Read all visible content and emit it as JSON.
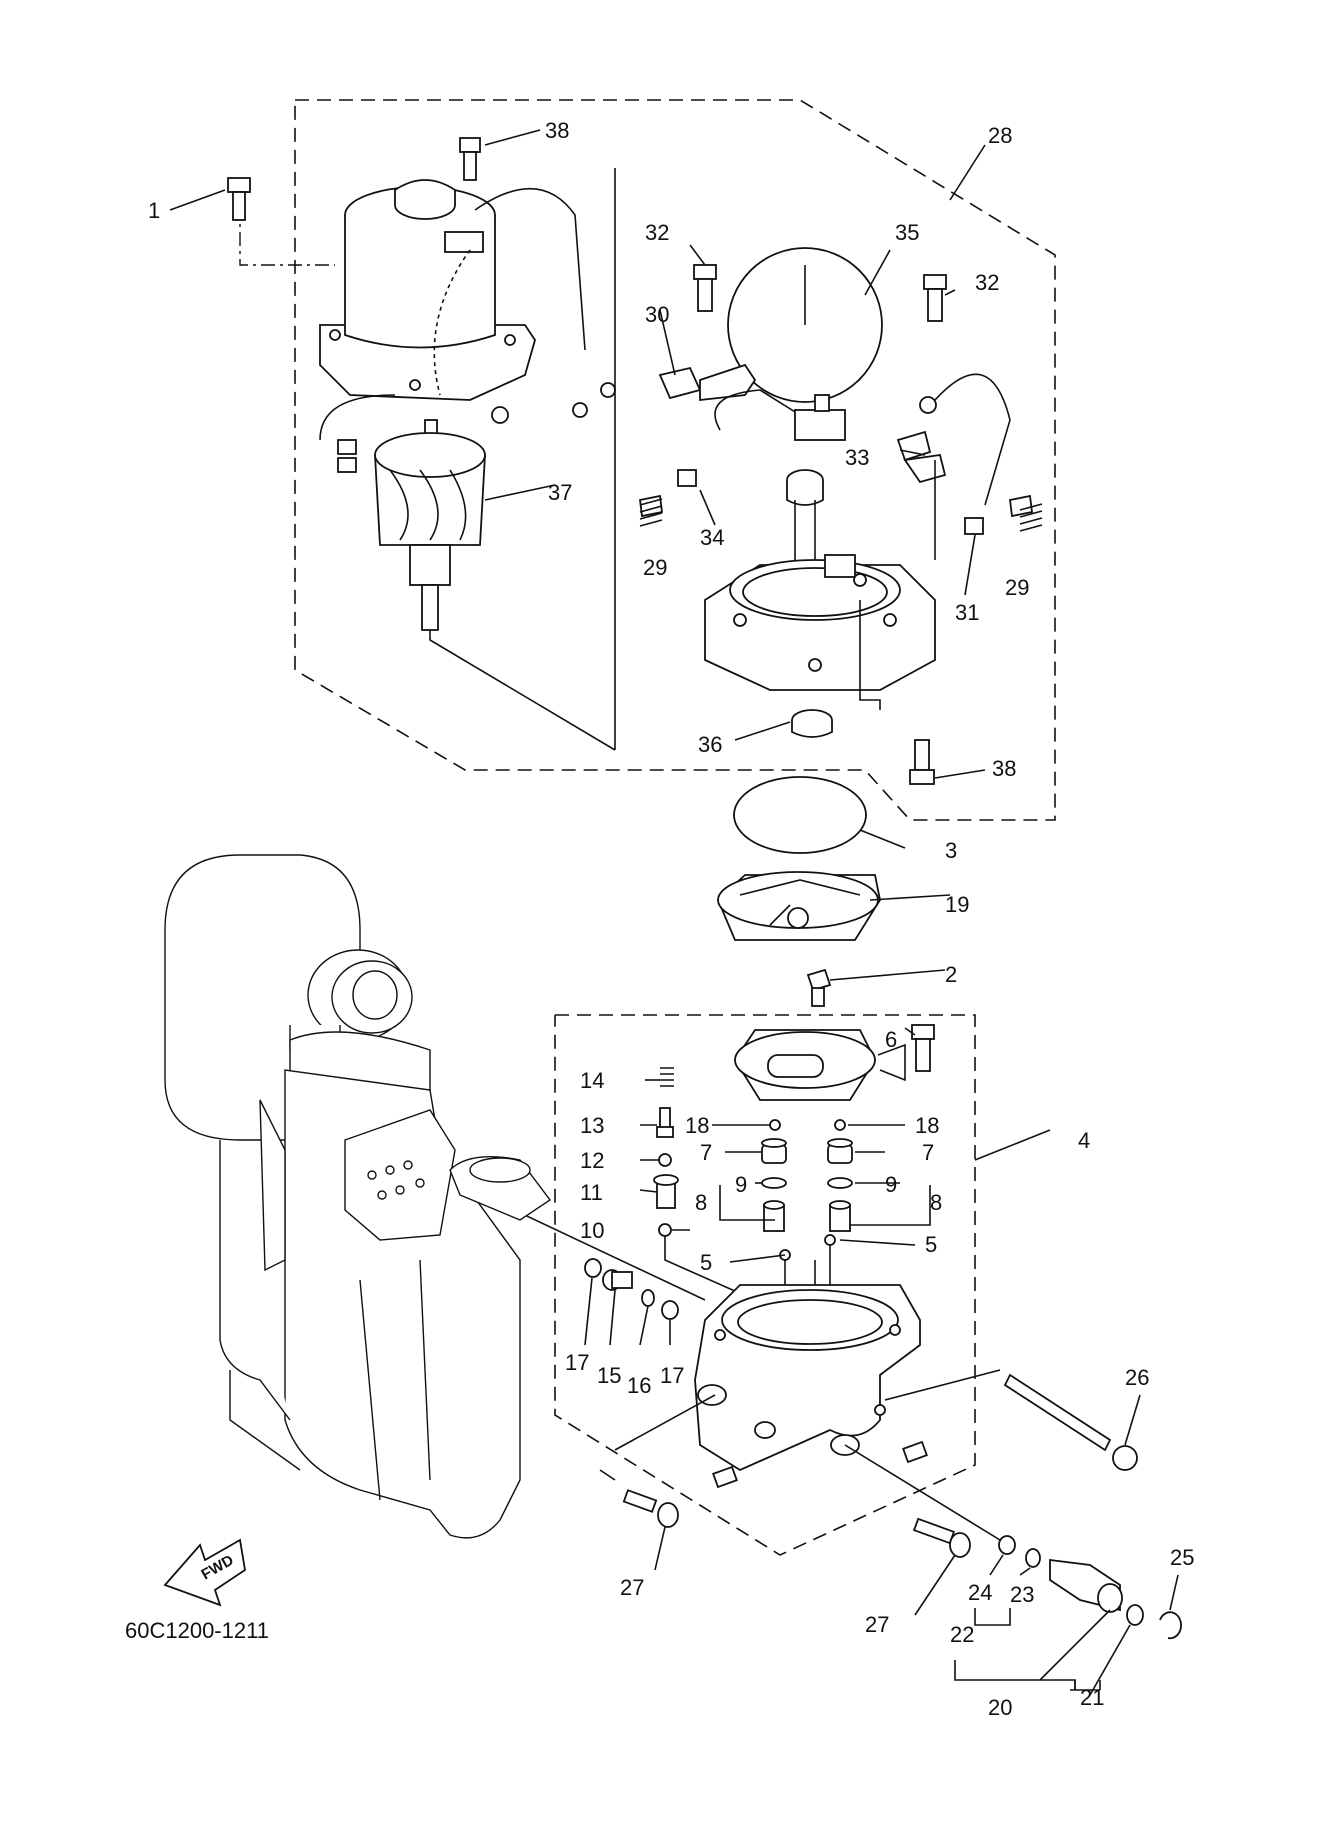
{
  "diagram": {
    "part_number": "60C1200-1211",
    "fwd_label": "FWD",
    "callouts": {
      "c1": "1",
      "c2": "2",
      "c3": "3",
      "c4": "4",
      "c5a": "5",
      "c5b": "5",
      "c6": "6",
      "c7a": "7",
      "c7b": "7",
      "c8a": "8",
      "c8b": "8",
      "c9a": "9",
      "c9b": "9",
      "c10": "10",
      "c11": "11",
      "c12": "12",
      "c13": "13",
      "c14": "14",
      "c15": "15",
      "c16": "16",
      "c17a": "17",
      "c17b": "17",
      "c18a": "18",
      "c18b": "18",
      "c19": "19",
      "c20": "20",
      "c21": "21",
      "c22": "22",
      "c23": "23",
      "c24": "24",
      "c25": "25",
      "c26": "26",
      "c27a": "27",
      "c27b": "27",
      "c28": "28",
      "c29a": "29",
      "c29b": "29",
      "c30": "30",
      "c31": "31",
      "c32a": "32",
      "c32b": "32",
      "c33": "33",
      "c34": "34",
      "c35": "35",
      "c36": "36",
      "c37": "37",
      "c38a": "38",
      "c38b": "38"
    }
  }
}
